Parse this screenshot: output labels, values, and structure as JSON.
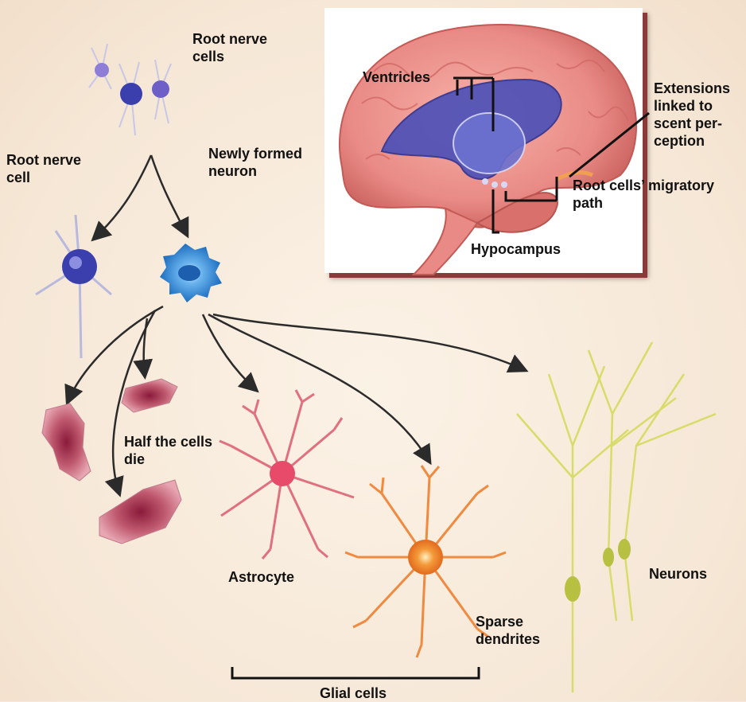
{
  "labels": {
    "root_nerve_cells": "Root nerve cells",
    "root_nerve_cell": "Root nerve cell",
    "newly_formed_neuron": "Newly formed neuron",
    "ventricles": "Ventricles",
    "extensions": "Extensions linked to scent per-ception",
    "root_cells_migratory_path": "Root cells’ migratory path",
    "hypocampus": "Hypocampus",
    "half_cells_die": "Half the cells die",
    "astrocyte": "Astrocyte",
    "neurons": "Neurons",
    "sparse_dendrites": "Sparse dendrites",
    "glial_cells": "Glial cells"
  },
  "colors": {
    "background": "#f7eadc",
    "brain": "#e98a86",
    "ventricle": "#4a4fb8",
    "stem_cell": "#3b3fae",
    "new_neuron": "#2e86d6",
    "dying_cell": "#b03a55",
    "astrocyte": "#e0506a",
    "sparse_dendrite_cell": "#f07a2a",
    "neuron": "#d8dc6a",
    "arrow": "#2b2b2b"
  }
}
